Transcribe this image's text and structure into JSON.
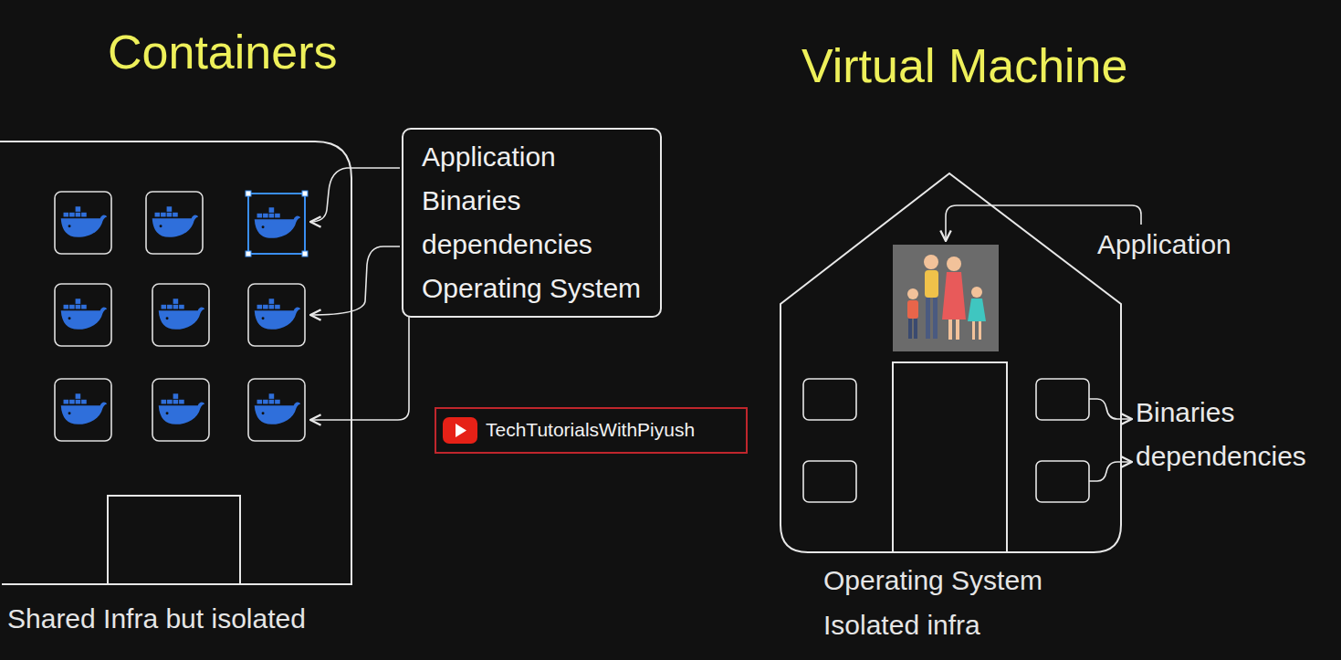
{
  "diagram": {
    "nodes": [
      {
        "text": [
          "Containers",
          "Shared Infra but isolated"
        ]
      },
      {
        "text": [
          "Application",
          "Binaries",
          "dependencies",
          "Operating System"
        ]
      },
      {
        "text": [
          "Virtual Machine",
          "Operating System",
          "Isolated infra"
        ]
      }
    ],
    "labels": [
      "Application",
      "Binaries",
      "dependencies",
      "TechTutorialsWithPiyush"
    ]
  }
}
